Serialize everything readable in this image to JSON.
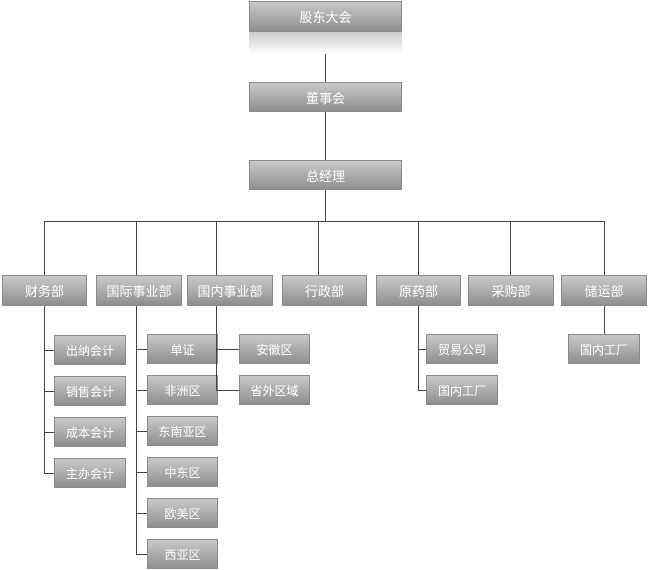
{
  "root": {
    "label": "股东大会"
  },
  "board": {
    "label": "董事会"
  },
  "gm": {
    "label": "总经理"
  },
  "departments": [
    {
      "label": "财务部",
      "children": [
        "出纳会计",
        "销售会计",
        "成本会计",
        "主办会计"
      ]
    },
    {
      "label": "国际事业部",
      "children": [
        "单证",
        "非洲区",
        "东南亚区",
        "中东区",
        "欧美区",
        "西亚区"
      ]
    },
    {
      "label": "国内事业部",
      "children": [
        "安徽区",
        "省外区域"
      ]
    },
    {
      "label": "行政部",
      "children": []
    },
    {
      "label": "原药部",
      "children": [
        "贸易公司",
        "国内工厂"
      ]
    },
    {
      "label": "采购部",
      "children": []
    },
    {
      "label": "储运部",
      "children": [
        "国内工厂"
      ]
    }
  ]
}
